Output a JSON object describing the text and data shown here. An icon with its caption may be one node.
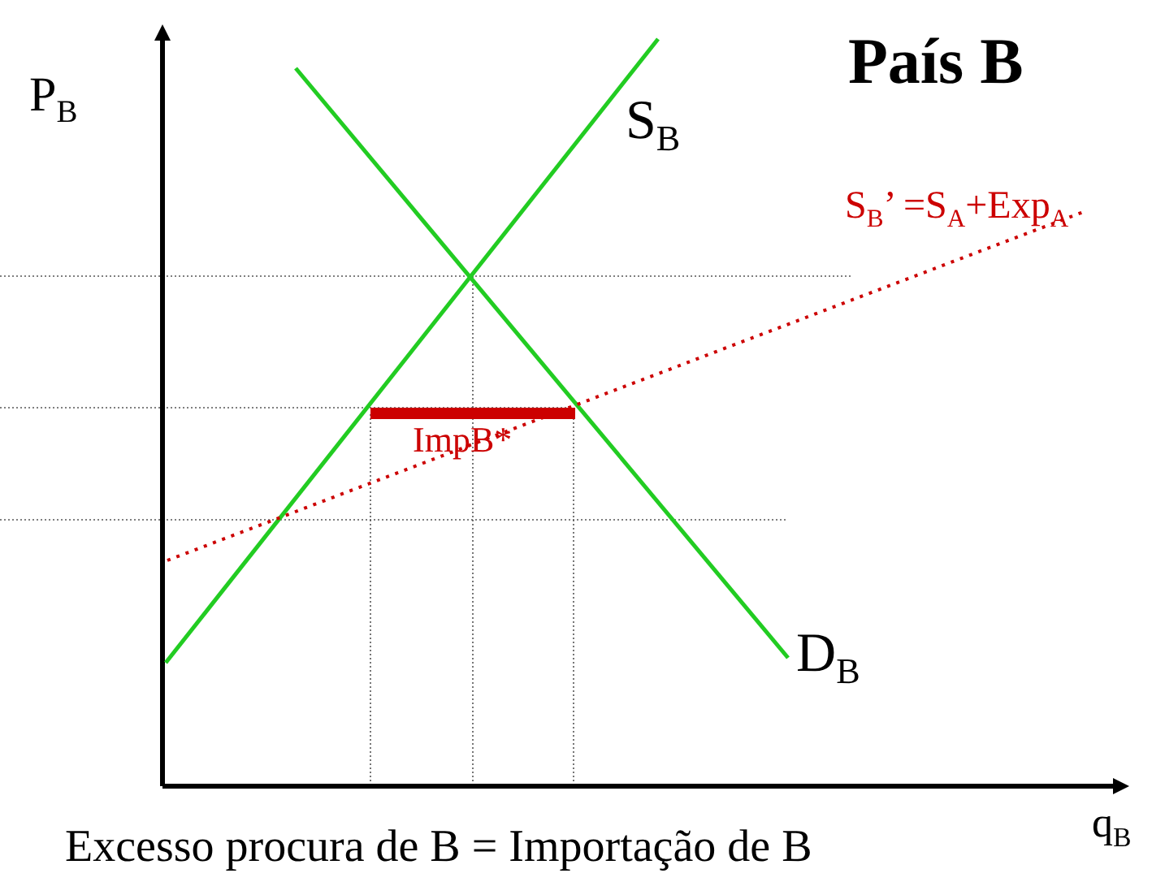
{
  "diagram": {
    "title": "País B",
    "labels": [
      "P$_{B}$",
      "S$_{B}$",
      "S$_{B}$’ =S$_{A}$+Exp$_{A}$",
      "ImpB*",
      "D$_{B}$",
      "q$_{B}$",
      "Excesso procura de B = Importação de B"
    ]
  }
}
